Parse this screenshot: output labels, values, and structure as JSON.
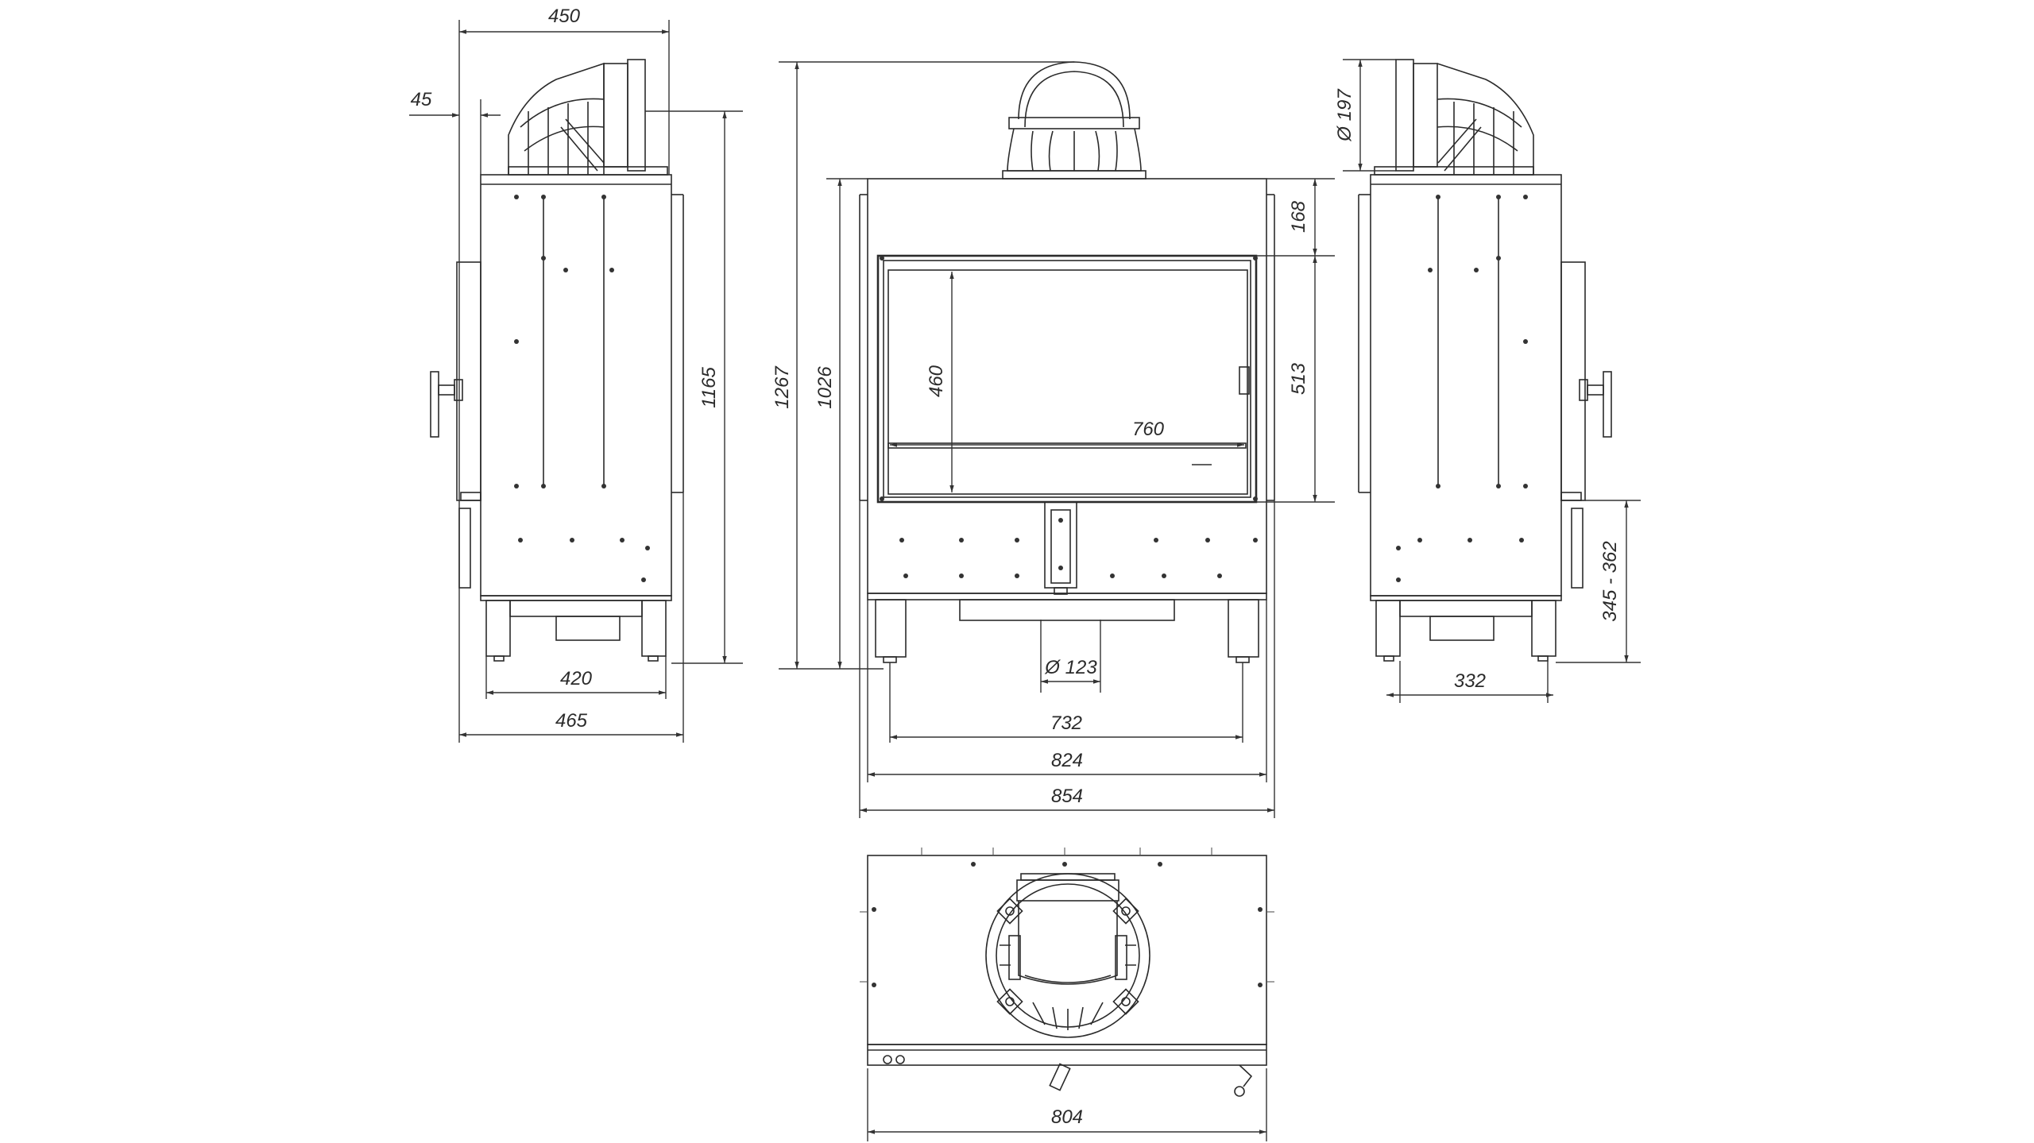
{
  "dimensions": {
    "side_left": {
      "top_width": "450",
      "offset": "45",
      "height": "1165",
      "feet_width": "420",
      "body_width": "465"
    },
    "front": {
      "overall_height": "1267",
      "body_height": "1026",
      "top_band": "168",
      "glass_height": "513",
      "opening_height": "460",
      "opening_width": "760",
      "air_inlet_dia": "Ø 123",
      "width_732": "732",
      "width_824": "824",
      "width_854": "854"
    },
    "side_right": {
      "flue_dia": "Ø 197",
      "air_height": "345 - 362",
      "feet_width": "332"
    },
    "top_view": {
      "width": "804"
    }
  },
  "colors": {
    "line": "#2b2b2b",
    "background": "#ffffff"
  }
}
